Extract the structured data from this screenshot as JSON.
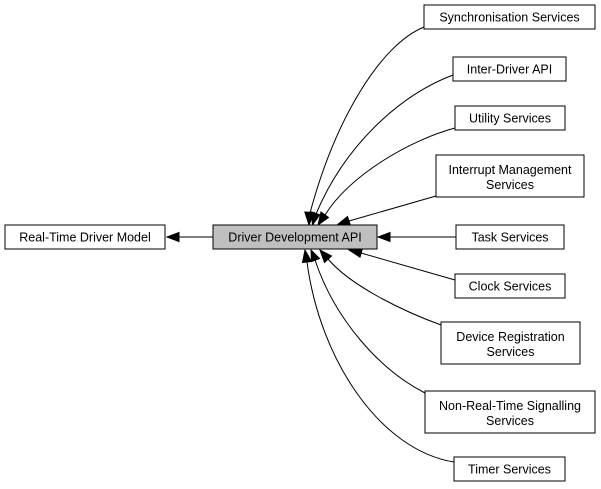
{
  "colors": {
    "node_fill": "#ffffff",
    "current_node_fill": "#bfbfbf",
    "stroke": "#000000"
  },
  "nodes": {
    "real_time_driver_model": {
      "lines": [
        "Real-Time Driver Model"
      ]
    },
    "driver_development_api": {
      "lines": [
        "Driver Development API"
      ]
    },
    "synchronisation_services": {
      "lines": [
        "Synchronisation Services"
      ]
    },
    "inter_driver_api": {
      "lines": [
        "Inter-Driver API"
      ]
    },
    "utility_services": {
      "lines": [
        "Utility Services"
      ]
    },
    "interrupt_management_services": {
      "lines": [
        "Interrupt Management",
        "Services"
      ]
    },
    "task_services": {
      "lines": [
        "Task Services"
      ]
    },
    "clock_services": {
      "lines": [
        "Clock Services"
      ]
    },
    "device_registration_services": {
      "lines": [
        "Device Registration",
        "Services"
      ]
    },
    "non_real_time_signalling_services": {
      "lines": [
        "Non-Real-Time Signalling",
        "Services"
      ]
    },
    "timer_services": {
      "lines": [
        "Timer Services"
      ]
    }
  }
}
